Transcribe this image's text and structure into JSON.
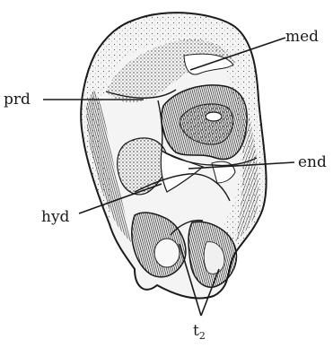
{
  "labels": {
    "prd": "prd",
    "med": "med",
    "end": "end",
    "hyd": "hyd",
    "t2_main": "t",
    "t2_sub": "2"
  }
}
